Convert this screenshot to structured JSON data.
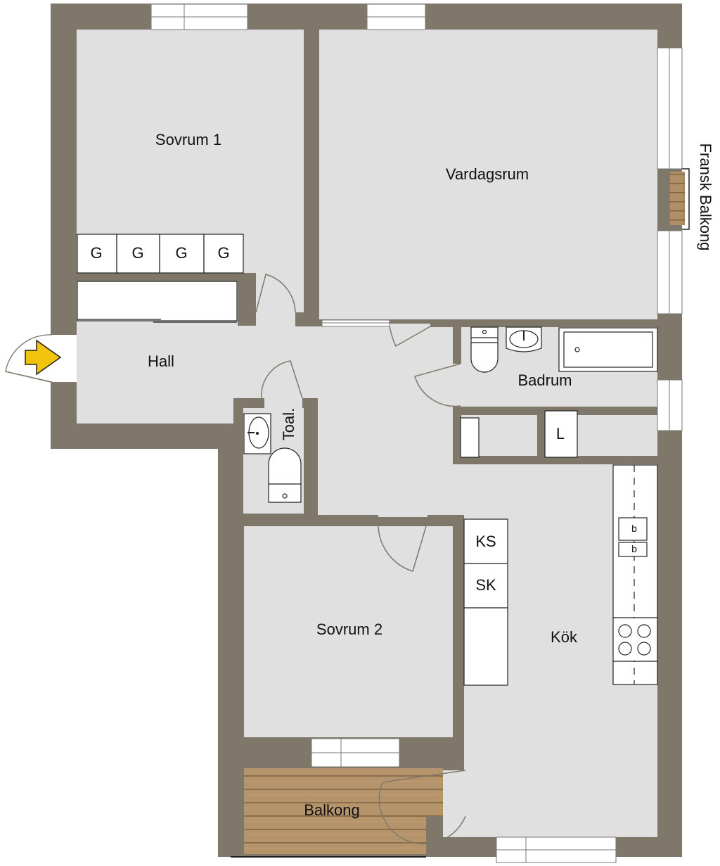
{
  "colors": {
    "wall": "#7f786a",
    "floor": "#e0e0e0",
    "fixture": "#ffffff",
    "wood": "#b08e66",
    "entry_arrow": "#f2c40c",
    "line": "#222222",
    "door_arc": "#7f786a"
  },
  "rooms": {
    "sovrum1": "Sovrum 1",
    "vardagsrum": "Vardagsrum",
    "hall": "Hall",
    "toal": "Toal.",
    "badrum": "Badrum",
    "kok": "Kök",
    "sovrum2": "Sovrum 2",
    "balkong": "Balkong",
    "fransk_balkong": "Fransk Balkong"
  },
  "fixtures": {
    "wardrobes": [
      "G",
      "G",
      "G",
      "G"
    ],
    "laundry": "L",
    "fridge": "KS",
    "freezer": "SK",
    "sink_marks": [
      "b",
      "b"
    ]
  },
  "entry": {
    "icon": "entry-arrow-icon"
  }
}
